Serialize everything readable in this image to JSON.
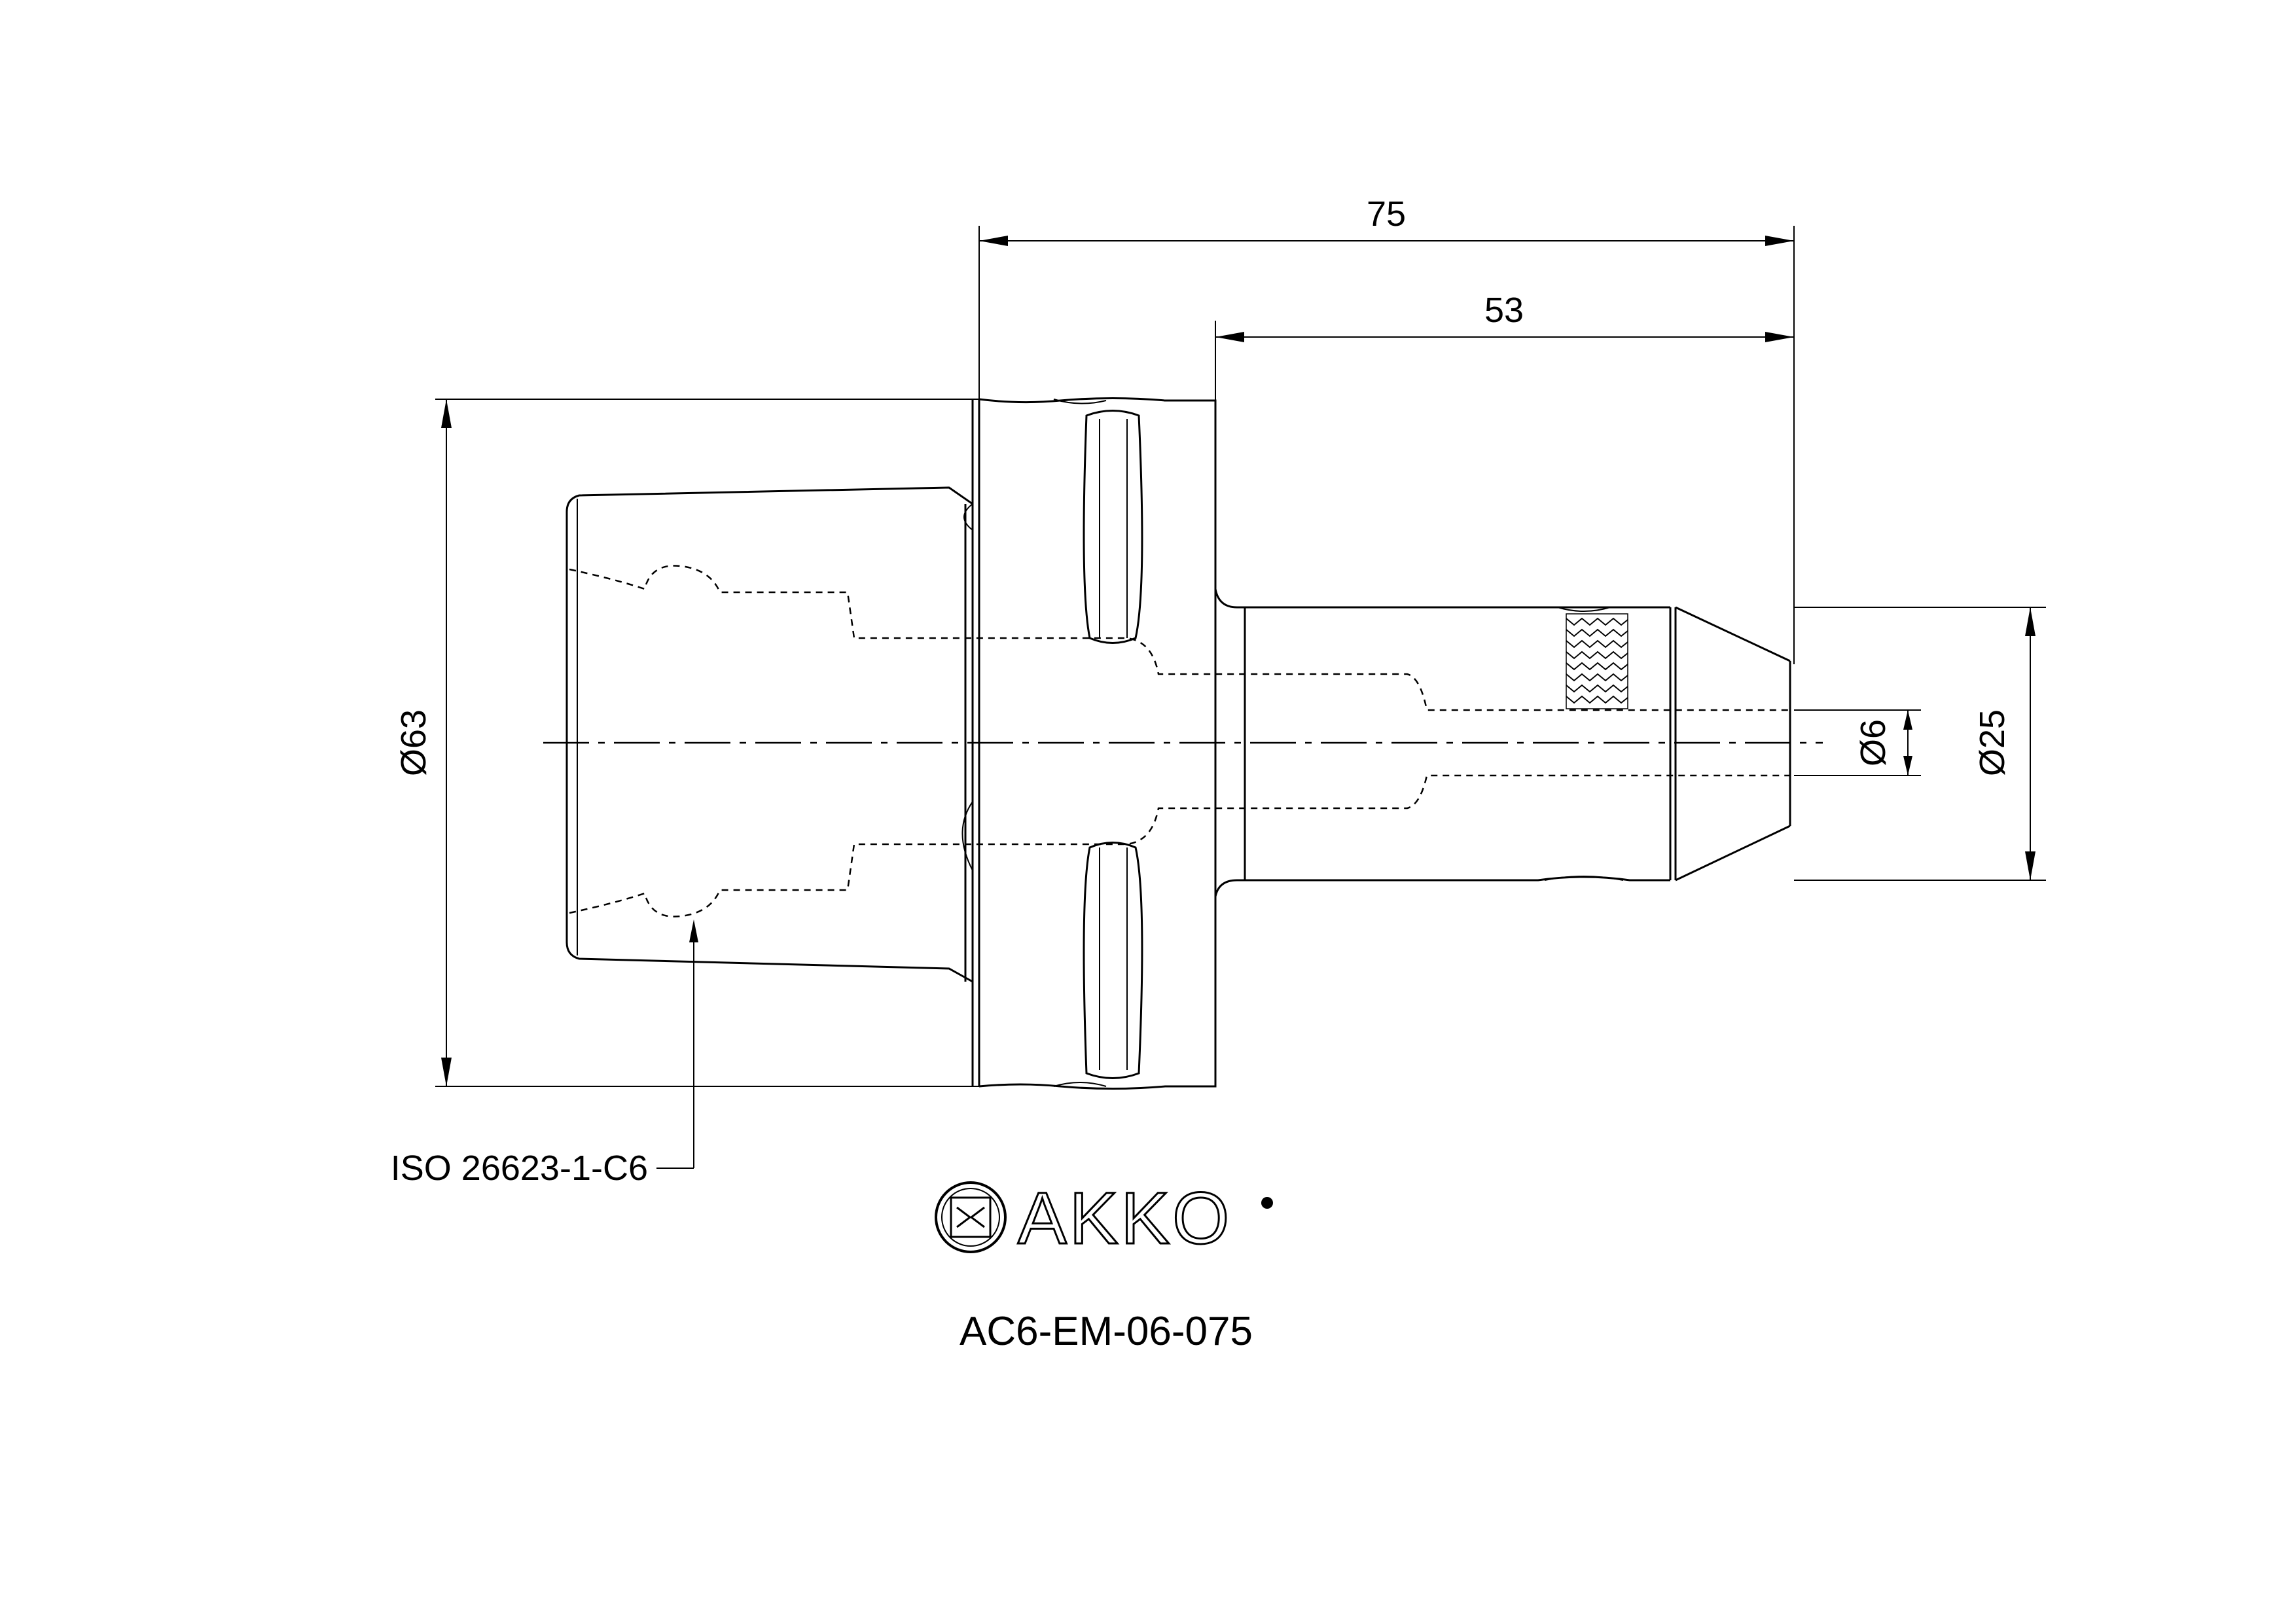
{
  "drawing": {
    "dimensions": {
      "overall_length": "75",
      "gauge_length": "53",
      "body_diameter": "Ø63",
      "bore_diameter": "Ø6",
      "shank_diameter": "Ø25"
    },
    "interface_label": "ISO 26623-1-C6",
    "logo_text": "AKKO",
    "part_number": "AC6-EM-06-075"
  }
}
